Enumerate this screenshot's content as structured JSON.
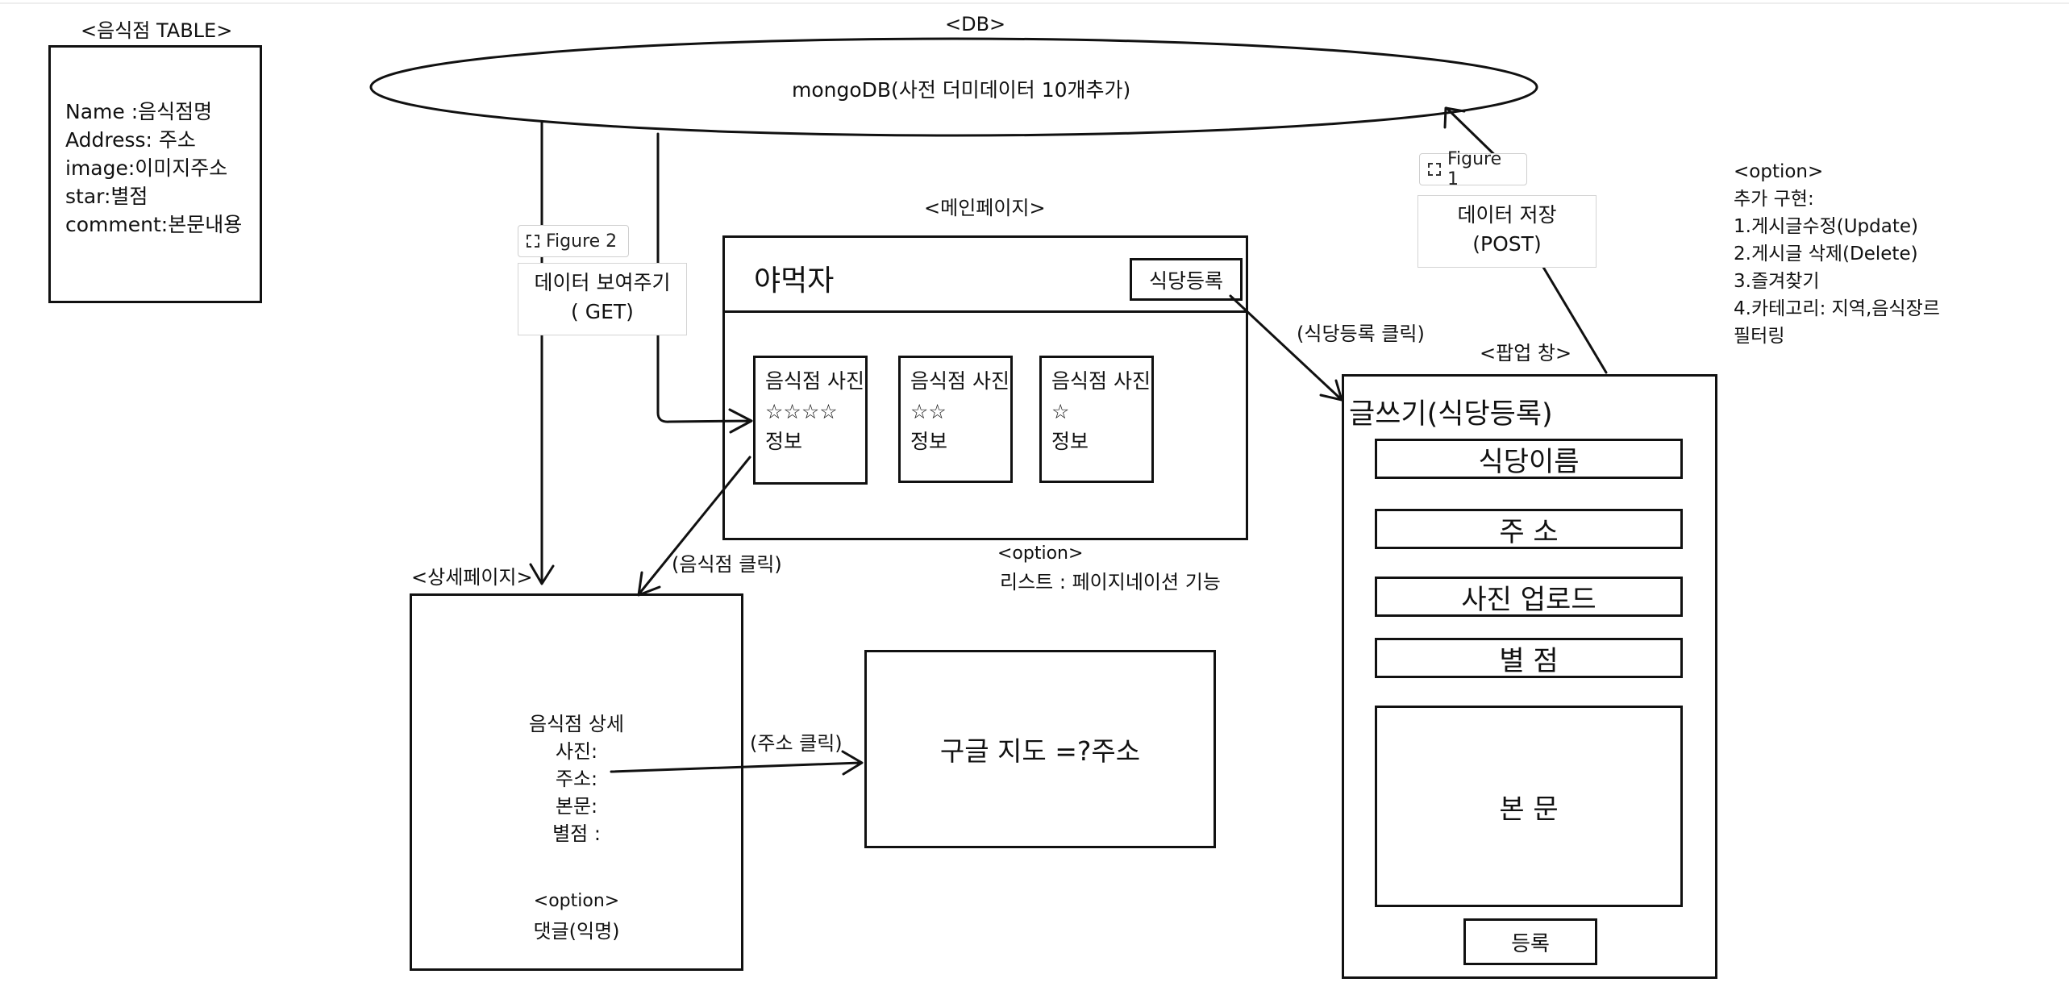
{
  "db": {
    "label": "<DB>",
    "text": "mongoDB(사전 더미데이터 10개추가)"
  },
  "table": {
    "label": "<음식점 TABLE>",
    "fields": [
      "Name :음식점명",
      "Address: 주소",
      "image:이미지주소",
      "star:별점",
      "comment:본문내용"
    ]
  },
  "figure2": {
    "tag": "Figure 2",
    "line1": "데이터 보여주기",
    "line2": "( GET)"
  },
  "figure1": {
    "tag": "Figure 1",
    "line1": "데이터 저장",
    "line2": "(POST)"
  },
  "main": {
    "label": "<메인페이지>",
    "logo": "야먹자",
    "register_button": "식당등록",
    "cards": [
      {
        "photo": "음식점 사진",
        "stars": "☆☆☆☆",
        "info": "정보"
      },
      {
        "photo": "음식점 사진",
        "stars": "☆☆",
        "info": "정보"
      },
      {
        "photo": "음식점 사진",
        "stars": "☆",
        "info": "정보"
      }
    ],
    "option_label": "<option>",
    "option_text": "리스트 : 페이지네이션 기능"
  },
  "detail": {
    "label": "<상세페이지>",
    "lines": [
      "음식점 상세",
      "사진:",
      "주소:",
      "본문:",
      "별점 :"
    ],
    "option_label": "<option>",
    "option_text": "댓글(익명)"
  },
  "map": {
    "text": "구글 지도 =?주소"
  },
  "popup": {
    "label": "<팝업 창>",
    "title": "글쓰기(식당등록)",
    "fields": [
      "식당이름",
      "주 소",
      "사진 업로드",
      "별 점"
    ],
    "body": "본 문",
    "submit": "등록"
  },
  "edges": {
    "register_click": "(식당등록 클릭)",
    "restaurant_click": "(음식점 클릭)",
    "address_click": "(주소 클릭)"
  },
  "options": {
    "label": "<option>",
    "lines": [
      "추가 구현:",
      "1.게시글수정(Update)",
      "2.게시글 삭제(Delete)",
      "3.즐겨찾기",
      "4.카테고리: 지역,음식장르",
      "필터링"
    ]
  }
}
